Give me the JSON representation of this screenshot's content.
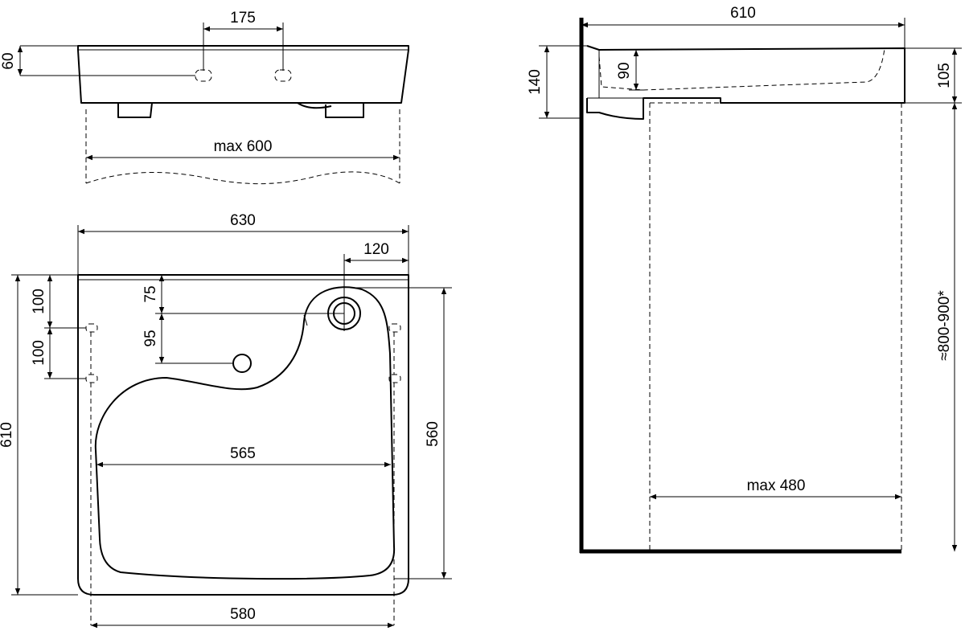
{
  "dimensions": {
    "front_hole_spacing": "175",
    "front_height": "60",
    "front_max_width": "max 600",
    "top_width": "630",
    "top_overflow_offset": "120",
    "top_depth": "610",
    "top_inner_depth": "560",
    "top_bowl_width": "565",
    "top_bottom_width": "580",
    "top_bracket_1": "100",
    "top_bracket_2": "100",
    "top_tap_1": "75",
    "top_tap_2": "95",
    "side_depth": "610",
    "side_height": "140",
    "side_inner": "90",
    "side_rim": "105",
    "side_mount_height": "≈800-900*",
    "side_max_depth": "max 480"
  }
}
